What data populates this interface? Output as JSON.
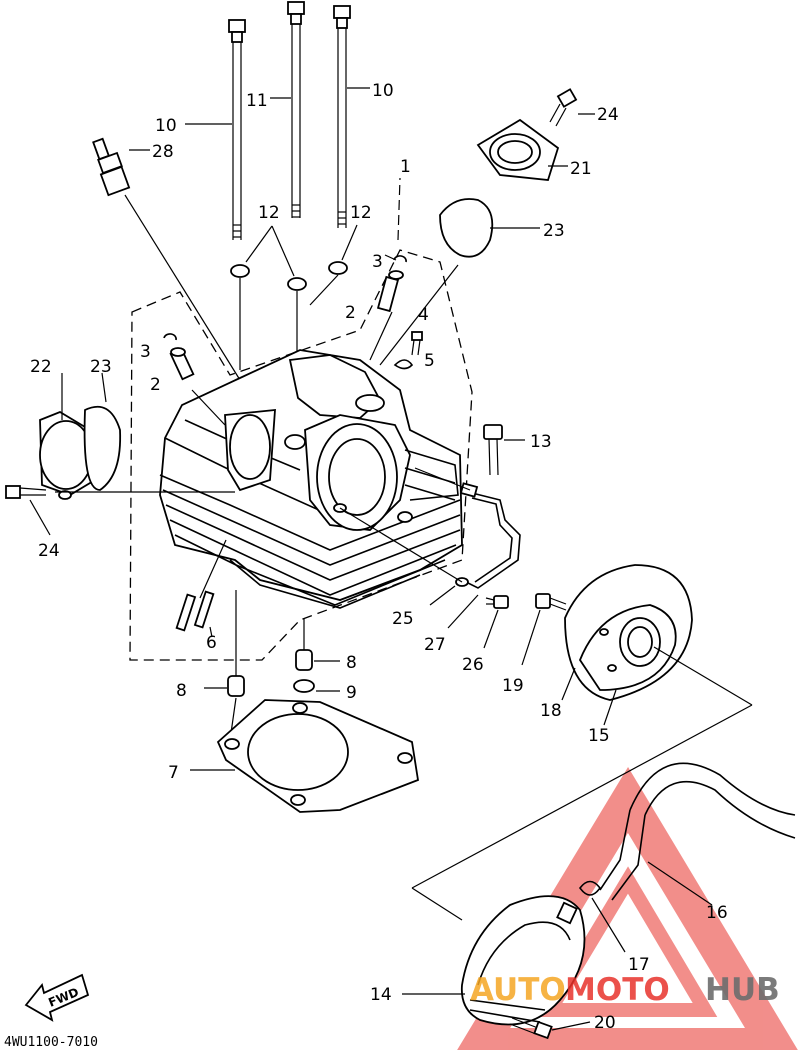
{
  "diagram": {
    "part_numbers": [
      "1",
      "2",
      "2",
      "3",
      "3",
      "4",
      "5",
      "6",
      "7",
      "8",
      "8",
      "9",
      "10",
      "10",
      "11",
      "12",
      "12",
      "13",
      "14",
      "15",
      "16",
      "17",
      "18",
      "19",
      "20",
      "21",
      "22",
      "23",
      "23",
      "24",
      "24",
      "25",
      "26",
      "27",
      "28"
    ],
    "drawing_code": "4WU1100-7010",
    "fwd_label": "FWD",
    "watermark": {
      "text_a": "AUTO",
      "text_b": "MOTO",
      "text_c": "HUB",
      "color_red": "#e8322b",
      "color_orange": "#f5a623",
      "color_grey": "#6d6d6d"
    }
  }
}
